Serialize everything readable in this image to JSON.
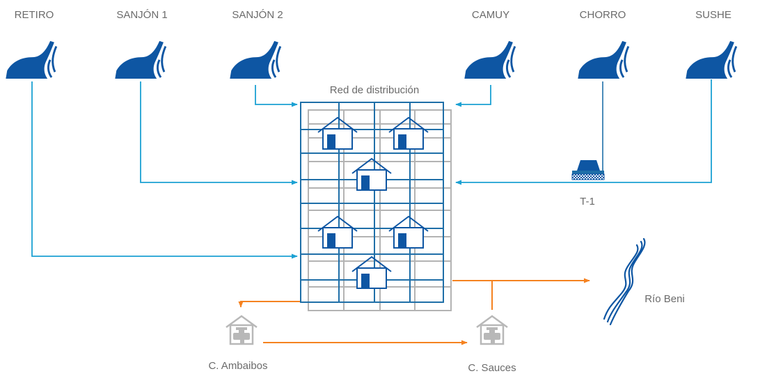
{
  "sources": [
    {
      "name": "RETIRO"
    },
    {
      "name": "SANJÓN 1"
    },
    {
      "name": "SANJÓN 2"
    },
    {
      "name": "CAMUY"
    },
    {
      "name": "CHORRO"
    },
    {
      "name": "SUSHE"
    }
  ],
  "network_label": "Red de distribución",
  "tank_label": "T-1",
  "river_label": "Río Beni",
  "plants": [
    {
      "name": "C. Ambaibos"
    },
    {
      "name": "C. Sauces"
    }
  ],
  "colors": {
    "supply": "#1ba1d3",
    "sewage": "#f58220",
    "grid_blue": "#1f6fa8",
    "grid_gray": "#b3b3b3",
    "icon_blue": "#0e56a3",
    "plant_gray": "#b8b8b8",
    "label": "#6b6b6b"
  }
}
